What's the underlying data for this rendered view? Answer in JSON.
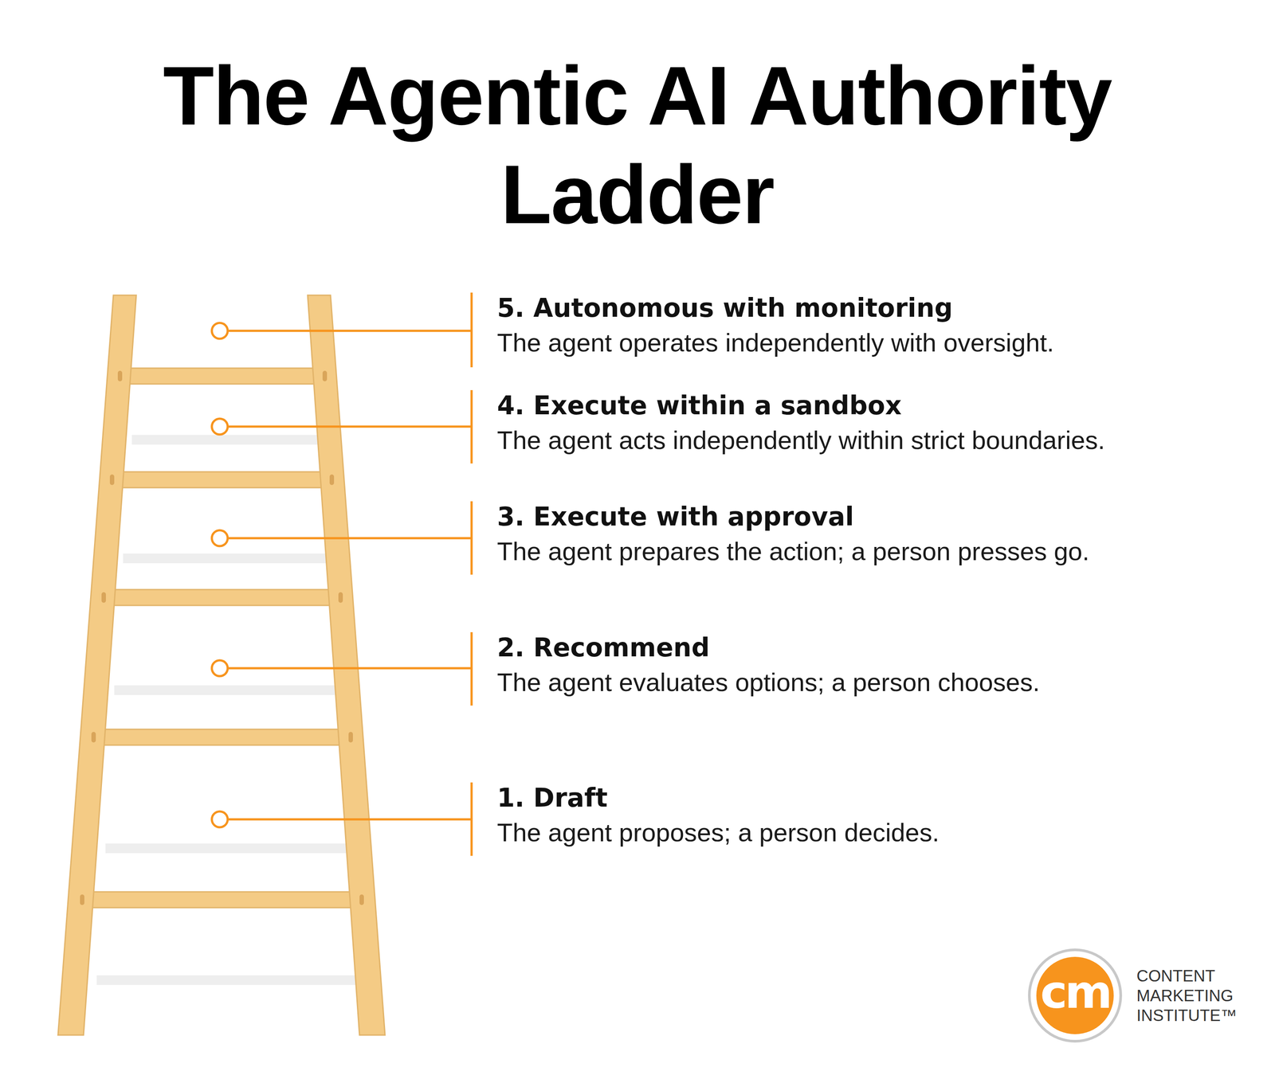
{
  "diagram": {
    "title": "The Agentic AI Authority Ladder",
    "nodes": [
      {
        "text": [
          "cm",
          "CONTENT MARKETING INSTITUTE™"
        ]
      }
    ],
    "labels": [
      "5. Autonomous with monitoring",
      "The agent operates independently with oversight.",
      "4. Execute within a sandbox",
      "The agent acts independently within strict boundaries.",
      "3. Execute with approval",
      "The agent prepares the action; a person presses go.",
      "2. Recommend",
      "The agent evaluates options; a person chooses.",
      "1. Draft",
      "The agent proposes; a person decides."
    ]
  }
}
